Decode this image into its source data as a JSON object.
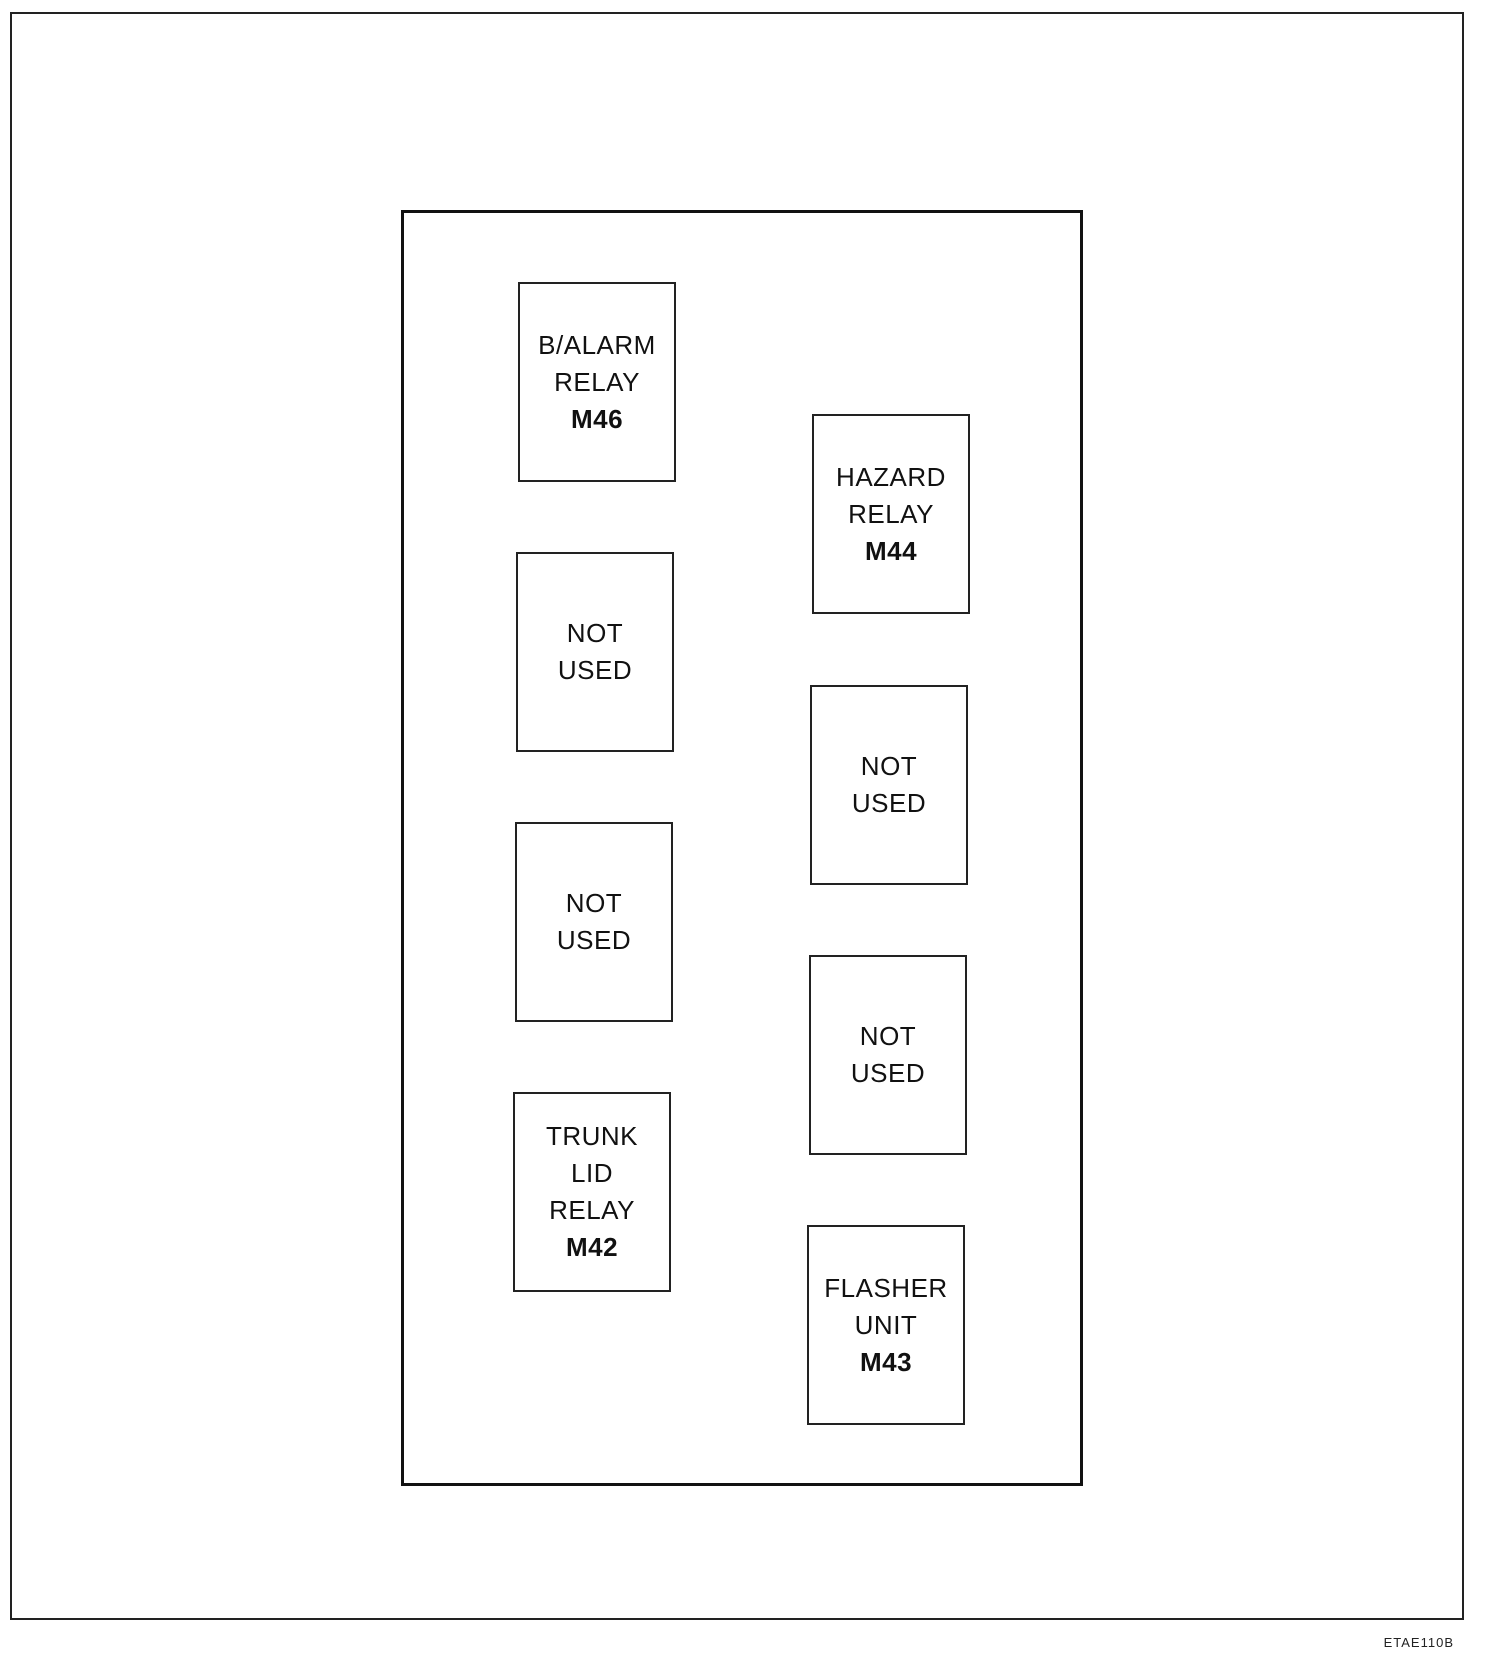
{
  "diagram": {
    "document_code": "ETAE110B",
    "relays": [
      {
        "lines": [
          "B/ALARM",
          "RELAY"
        ],
        "code": "M46"
      },
      {
        "lines": [
          "NOT",
          "USED"
        ],
        "code": ""
      },
      {
        "lines": [
          "NOT",
          "USED"
        ],
        "code": ""
      },
      {
        "lines": [
          "TRUNK",
          "LID",
          "RELAY"
        ],
        "code": "M42"
      },
      {
        "lines": [
          "HAZARD",
          "RELAY"
        ],
        "code": "M44"
      },
      {
        "lines": [
          "NOT",
          "USED"
        ],
        "code": ""
      },
      {
        "lines": [
          "NOT",
          "USED"
        ],
        "code": ""
      },
      {
        "lines": [
          "FLASHER",
          "UNIT"
        ],
        "code": "M43"
      }
    ]
  }
}
